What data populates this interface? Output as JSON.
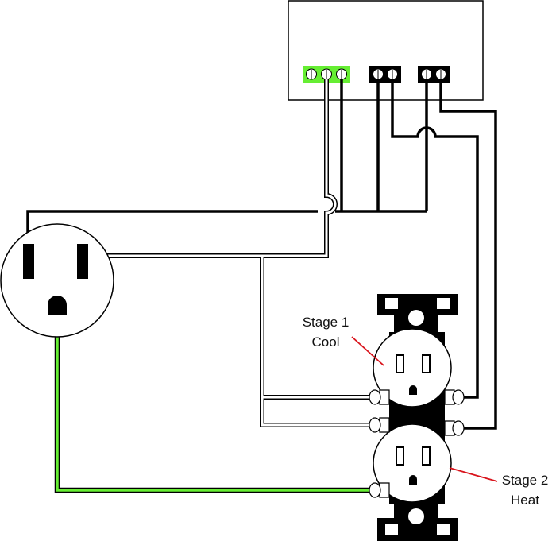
{
  "labels": {
    "stage1_line1": "Stage 1",
    "stage1_line2": "Cool",
    "stage2_line1": "Stage 2",
    "stage2_line2": "Heat"
  },
  "colors": {
    "hot_wire": "#000000",
    "neutral_wire": "#ffffff",
    "ground_wire": "#66ee33",
    "callout_line": "#d9141c",
    "outline": "#000000",
    "background": "#ffffff"
  },
  "icons": {
    "controller": "control-box",
    "ground_terminal": "green-terminal-block",
    "plug": "nema-5-15-plug-face",
    "outlet": "duplex-receptacle"
  }
}
